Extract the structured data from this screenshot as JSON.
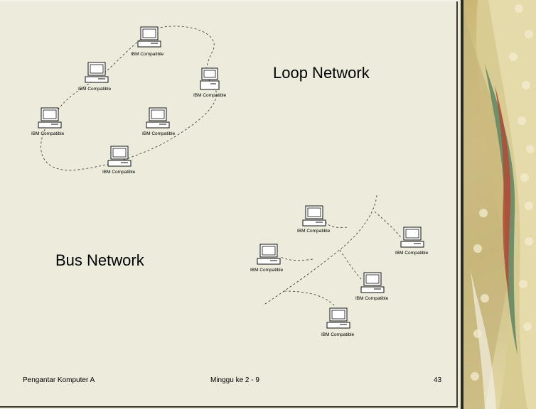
{
  "loop_network": {
    "title": "Loop Network",
    "nodes": [
      {
        "label": "IBM Compatible"
      },
      {
        "label": "IBM Compatible"
      },
      {
        "label": "IBM Compatible"
      },
      {
        "label": "IBM Compatible"
      },
      {
        "label": "IBM Compatible"
      },
      {
        "label": "IBM Compatible"
      }
    ]
  },
  "bus_network": {
    "title": "Bus Network",
    "nodes": [
      {
        "label": "IBM Compatible"
      },
      {
        "label": "IBM Compatible"
      },
      {
        "label": "IBM Compatible"
      },
      {
        "label": "IBM Compatible"
      },
      {
        "label": "IBM Compatible"
      }
    ]
  },
  "footer": {
    "left": "Pengantar Komputer A",
    "center": "Minggu ke 2 - 9",
    "page_number": "43"
  },
  "colors": {
    "background": "#ecebdc",
    "decoration": "#cbbd82",
    "text": "#000000"
  },
  "icons": {
    "computer": "desktop-computer-icon"
  }
}
